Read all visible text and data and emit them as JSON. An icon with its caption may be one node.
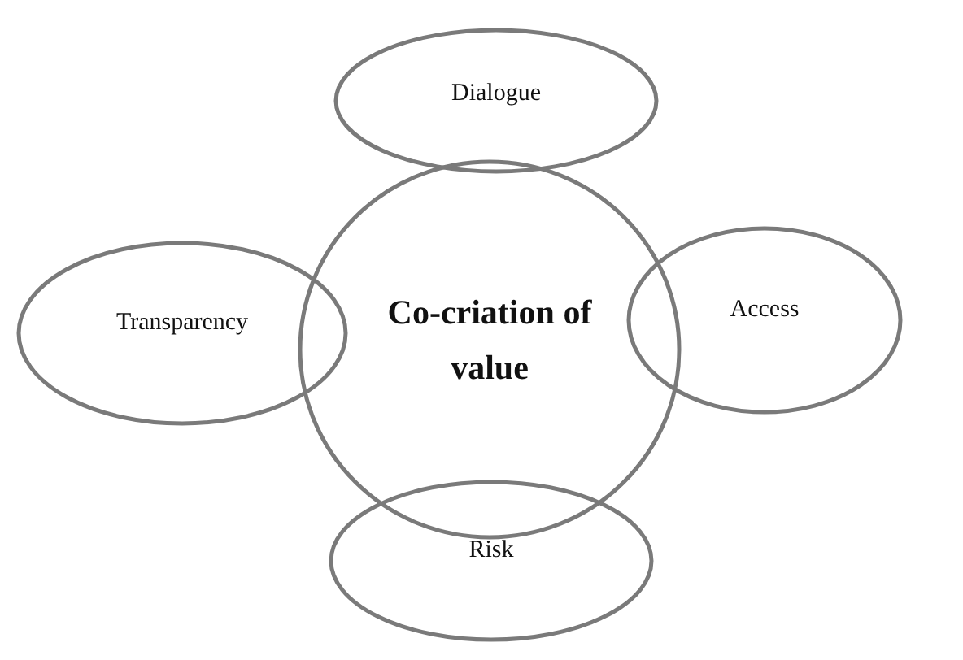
{
  "diagram": {
    "nodes": [
      {
        "text": [
          "Dialogue"
        ]
      },
      {
        "text": [
          "Transparency"
        ]
      },
      {
        "text": [
          "Co-criation of value"
        ]
      },
      {
        "text": [
          "Access"
        ]
      },
      {
        "text": [
          "Risk"
        ]
      }
    ]
  }
}
